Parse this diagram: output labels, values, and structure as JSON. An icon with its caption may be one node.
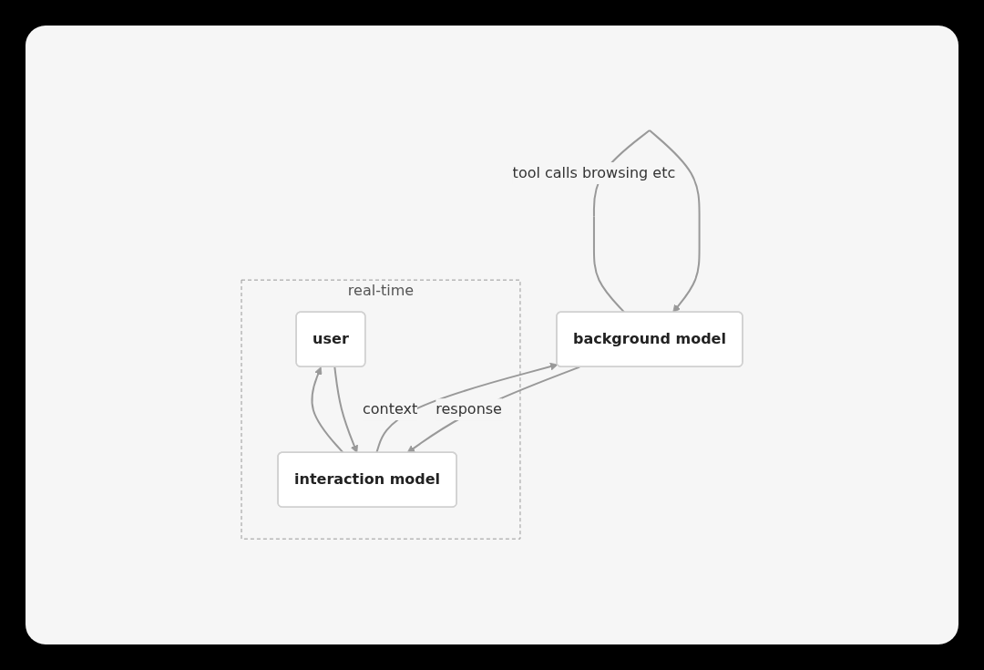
{
  "diagram": {
    "nodes": [
      {
        "text": [
          "real-time"
        ]
      },
      {
        "text": [
          "interaction model"
        ],
        "in": 0
      },
      {
        "text": [
          "user"
        ],
        "in": 0
      },
      {
        "text": [
          "background model"
        ]
      }
    ],
    "edges": [
      {
        "from": 2,
        "to": 1,
        "arrow": "to"
      },
      {
        "from": 1,
        "to": 2,
        "arrow": "to"
      },
      {
        "from": 1,
        "to": 3,
        "arrow": "to",
        "label": "context"
      },
      {
        "from": 3,
        "to": 1,
        "arrow": "to",
        "label": "response"
      },
      {
        "from": 3,
        "to": 3,
        "arrow": "to",
        "label": "tool calls browsing etc"
      }
    ]
  }
}
